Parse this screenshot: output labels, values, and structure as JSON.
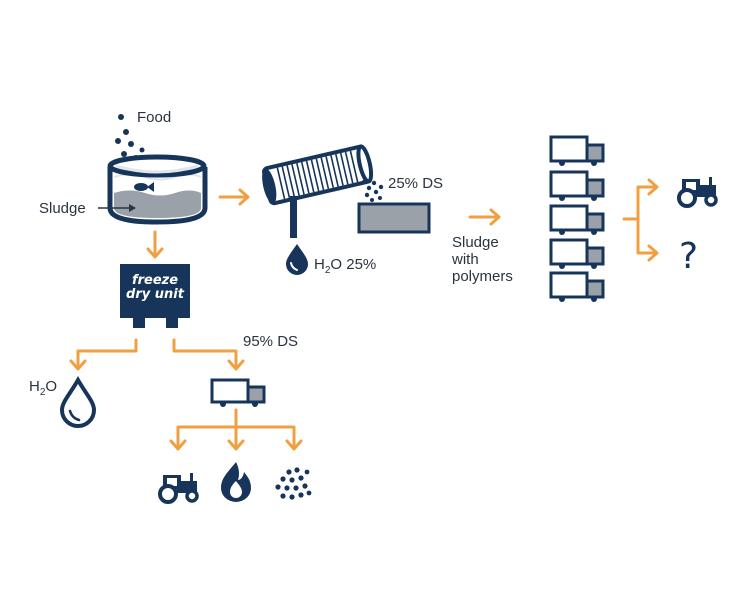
{
  "labels": {
    "food": "Food",
    "sludge": "Sludge",
    "ds25": "25% DS",
    "h2o25_prefix": "H",
    "h2o25_sub": "2",
    "h2o25_suffix": "O 25%",
    "sludge_polymers_line1": "Sludge",
    "sludge_polymers_line2": "with",
    "sludge_polymers_line3": "polymers",
    "freeze_line1": "freeze",
    "freeze_line2": "dry unit",
    "ds95": "95% DS",
    "h2o_prefix": "H",
    "h2o_sub": "2",
    "h2o_suffix": "O",
    "question": "?"
  },
  "icons": [
    "food-particles-icon",
    "tank-icon",
    "fish-icon",
    "centrifuge-drum-icon",
    "water-drop-icon",
    "sludge-container-icon",
    "truck-icon",
    "tractor-icon",
    "flame-icon",
    "pellets-icon",
    "question-icon",
    "freeze-dry-unit-icon"
  ],
  "colors": {
    "navy": "#17355a",
    "orange": "#f0a040",
    "grey": "#9aa1a9",
    "water_light": "#dfe6ee"
  }
}
